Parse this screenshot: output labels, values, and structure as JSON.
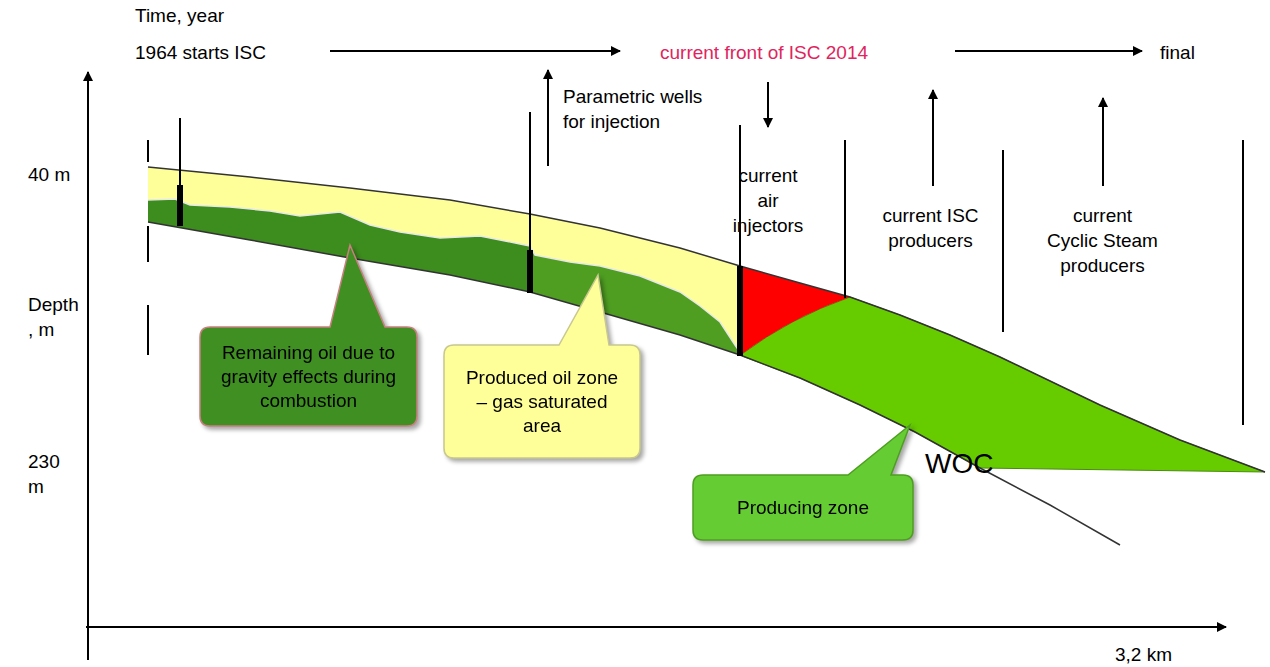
{
  "diagram": {
    "nodes": [
      {
        "text": [
          "Remaining oil due to gravity effects during combustion"
        ]
      },
      {
        "text": [
          "Produced oil zone – gas saturated area"
        ]
      },
      {
        "text": [
          "Producing zone"
        ]
      }
    ],
    "labels": [
      "Time, year",
      "1964 starts ISC",
      "current  front of ISC 2014",
      "final",
      "Parametric wells for injection",
      "current air injectors",
      "current ISC producers",
      "current Cyclic Steam producers",
      "40 m",
      "Depth , m",
      "230 m",
      "WOC",
      "3,2 km"
    ]
  }
}
